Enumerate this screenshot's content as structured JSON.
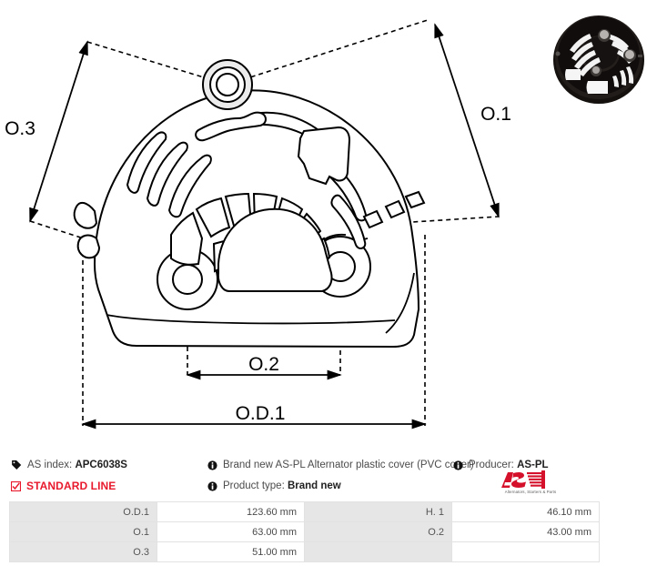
{
  "drawing": {
    "dimension_labels": {
      "od1": "O.D.1",
      "o1": "O.1",
      "o2": "O.2",
      "o3": "O.3"
    },
    "thumbnail_alt": "alternator-plastic-cover-photo"
  },
  "info": {
    "as_index_label": "AS index:",
    "as_index_value": "APC6038S",
    "standard_line": "STANDARD LINE",
    "description": "Brand new AS-PL Alternator plastic cover (PVC cover)",
    "product_type_label": "Product type:",
    "product_type_value": "Brand new",
    "producer_label": "Producer:",
    "producer_value": "AS-PL",
    "logo_text": "AS",
    "logo_tagline": "Alternators, Starters & Parts",
    "accent_color": "#e8192c"
  },
  "spec_table": {
    "rows": [
      {
        "l1": "O.D.1",
        "v1": "123.60 mm",
        "l2": "H. 1",
        "v2": "46.10 mm"
      },
      {
        "l1": "O.1",
        "v1": "63.00 mm",
        "l2": "O.2",
        "v2": "43.00 mm"
      },
      {
        "l1": "O.3",
        "v1": "51.00 mm",
        "l2": "",
        "v2": ""
      }
    ]
  }
}
